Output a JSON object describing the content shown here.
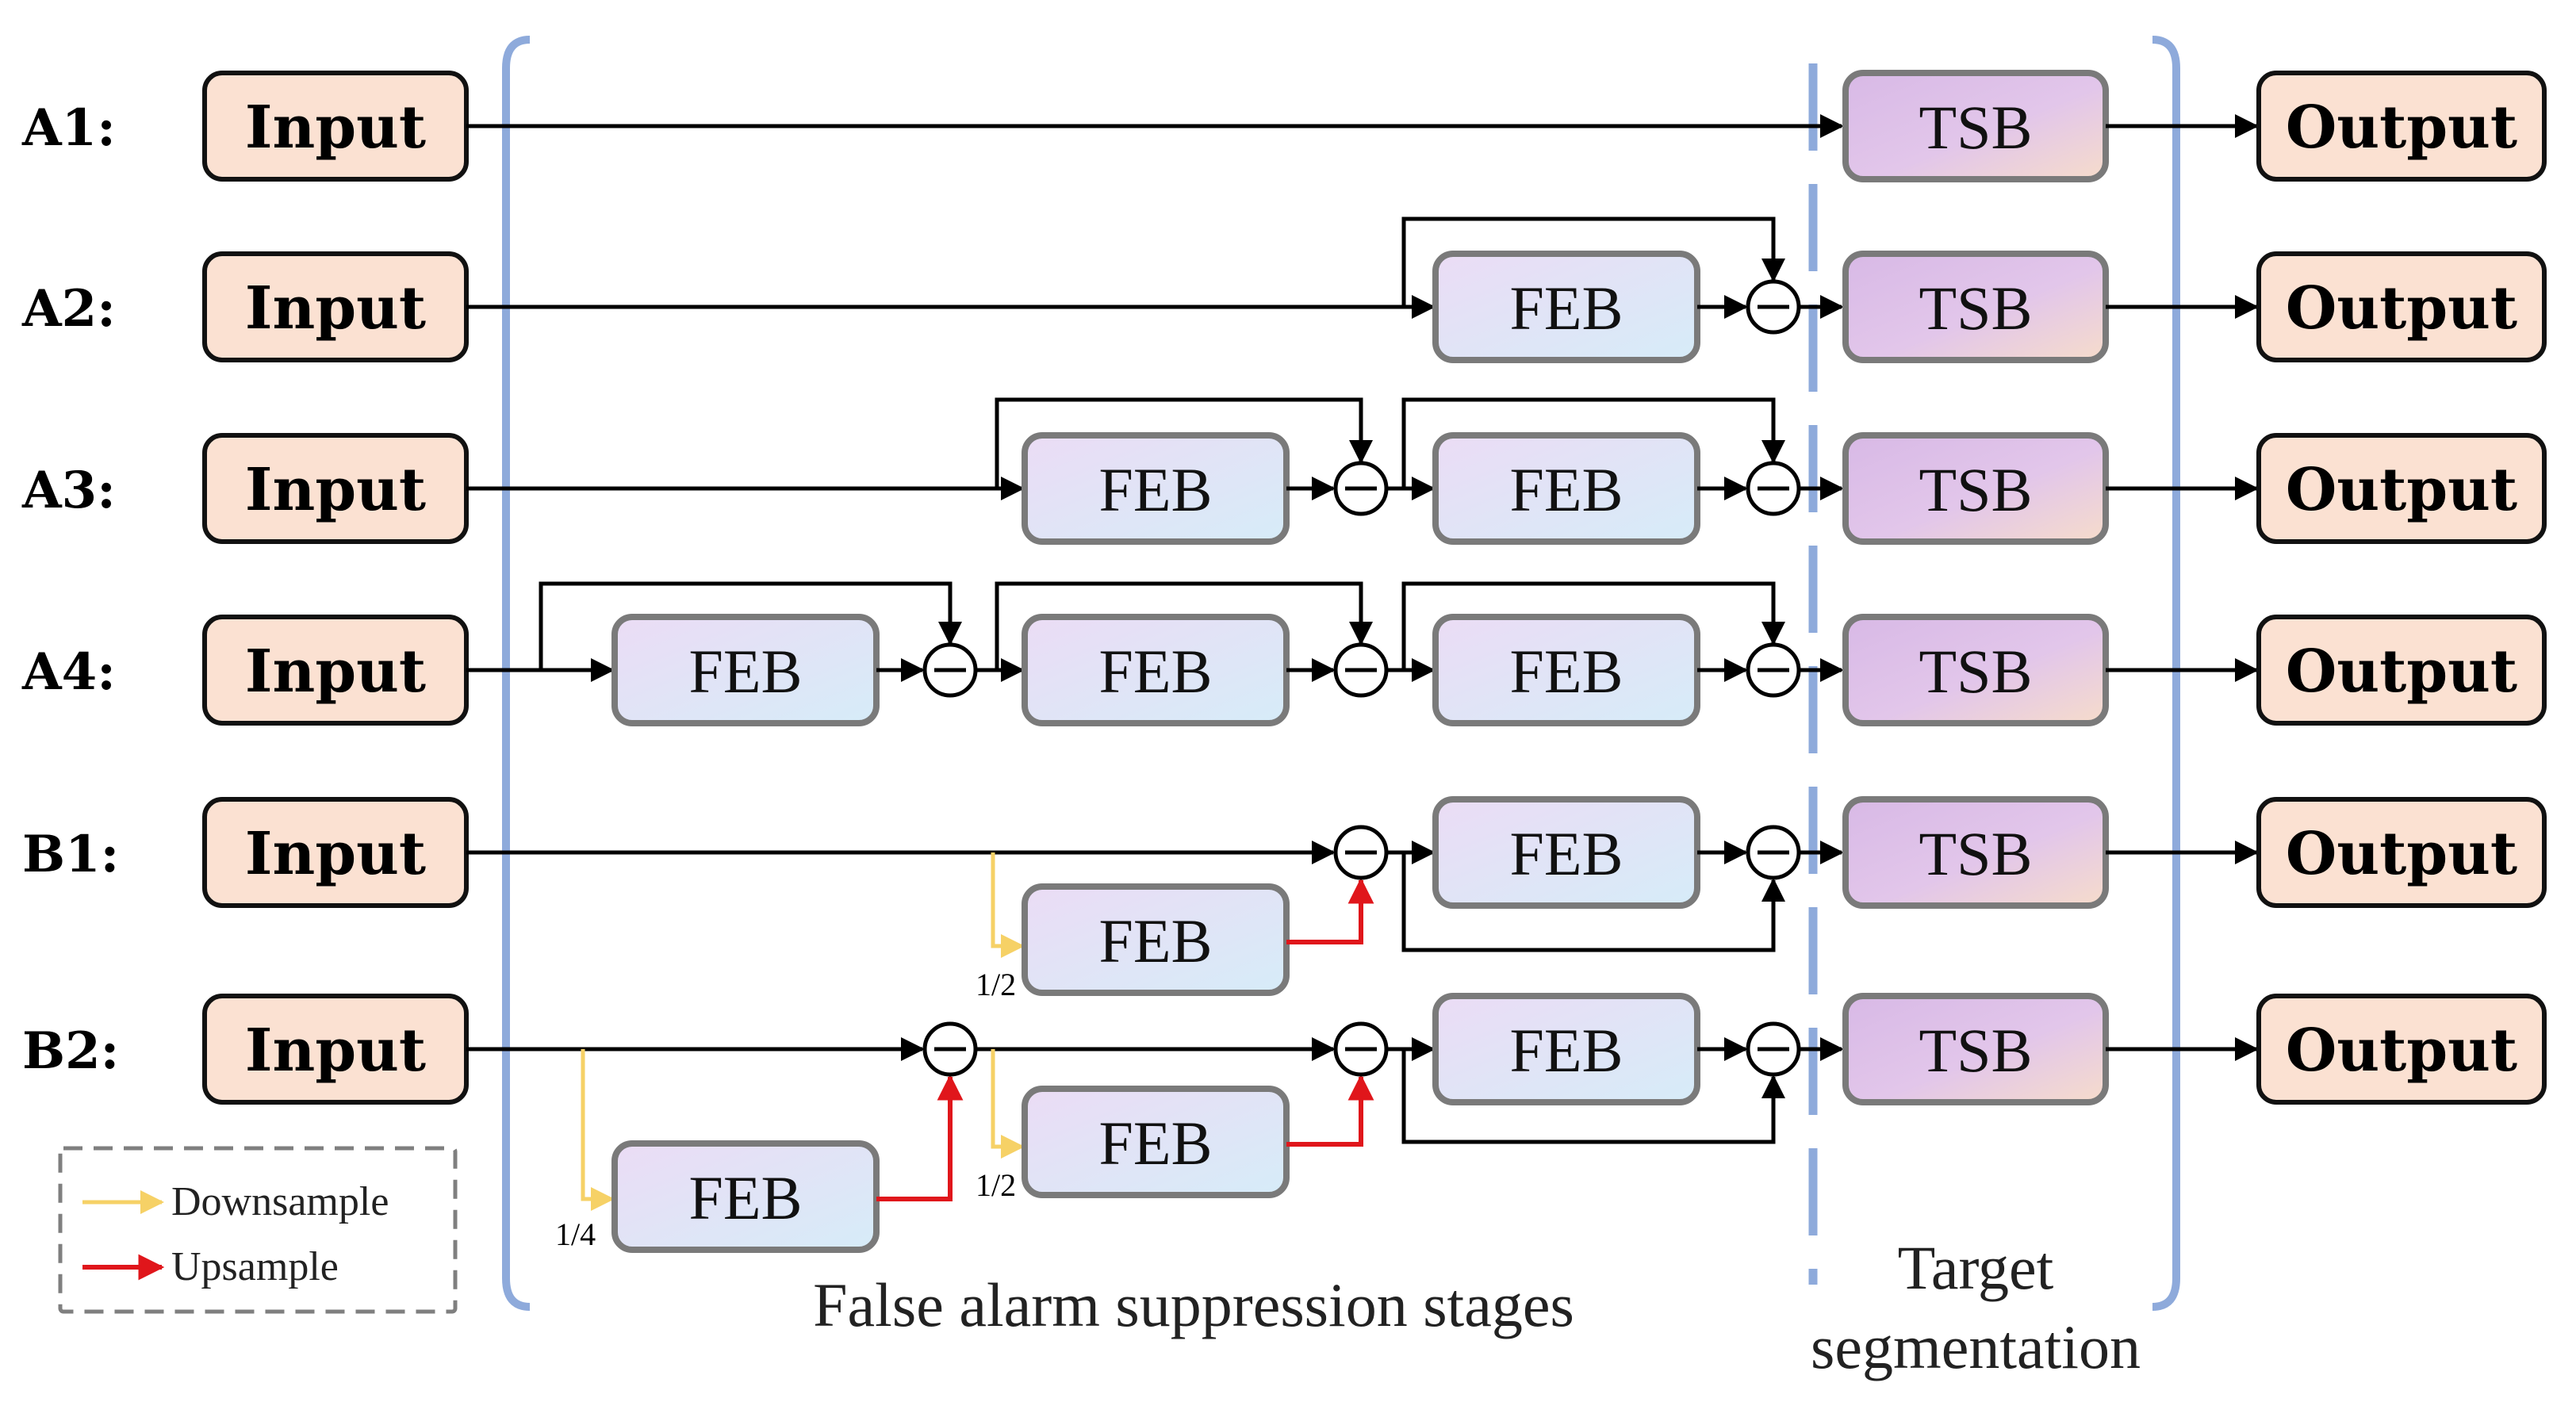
{
  "rows": [
    {
      "label": "A1:",
      "input": "Input",
      "output": "Output"
    },
    {
      "label": "A2:",
      "input": "Input",
      "output": "Output"
    },
    {
      "label": "A3:",
      "input": "Input",
      "output": "Output"
    },
    {
      "label": "A4:",
      "input": "Input",
      "output": "Output"
    },
    {
      "label": "B1:",
      "input": "Input",
      "output": "Output"
    },
    {
      "label": "B2:",
      "input": "Input",
      "output": "Output"
    }
  ],
  "blocks": {
    "feb": "FEB",
    "tsb": "TSB"
  },
  "scale_labels": {
    "half": "1/2",
    "quarter": "1/4"
  },
  "legend": {
    "downsample": "Downsample",
    "upsample": "Upsample",
    "downsample_color": "#f6d166",
    "upsample_color": "#e0161b"
  },
  "stages": {
    "false_alarm": "False alarm suppression stages",
    "target_line1": "Target",
    "target_line2": "segmentation",
    "bracket_color": "#8eaadb"
  },
  "colors": {
    "io_fill": "#fbe1d2",
    "feb_gradient": [
      "#ebdcf5",
      "#d6ecf8"
    ],
    "tsb_gradient": [
      "#d8b9e6",
      "#f6dccb"
    ]
  }
}
